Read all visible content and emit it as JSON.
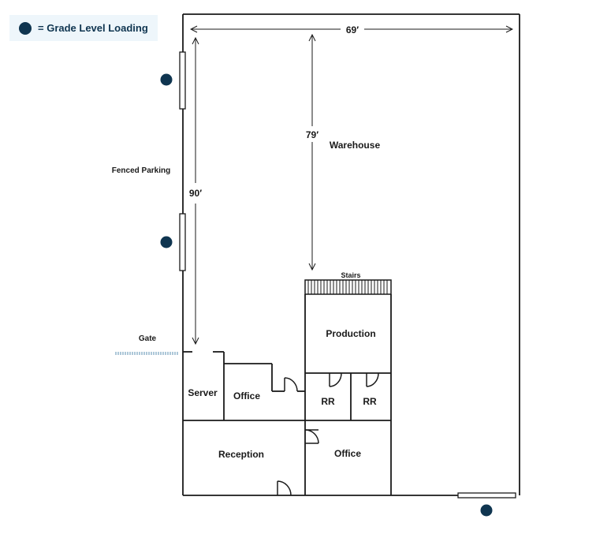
{
  "legend": {
    "symbol": "grade-level-loading-dot",
    "label": "= Grade Level Loading",
    "color": "#0f3550"
  },
  "dimensions": {
    "width": "69′",
    "depth_total": "90′",
    "warehouse_depth": "79′"
  },
  "labels": {
    "fenced_parking": "Fenced Parking",
    "gate": "Gate",
    "warehouse": "Warehouse",
    "stairs": "Stairs"
  },
  "rooms": [
    {
      "name": "Production"
    },
    {
      "name": "Server"
    },
    {
      "name": "Office"
    },
    {
      "name": "RR"
    },
    {
      "name": "RR"
    },
    {
      "name": "Reception"
    },
    {
      "name": "Office"
    }
  ],
  "loading_doors": [
    {
      "position": "west-upper"
    },
    {
      "position": "west-lower"
    },
    {
      "position": "south-east"
    }
  ],
  "colors": {
    "wall": "#1a1a1a",
    "dot": "#0f3550",
    "gate": "#5b8fb0",
    "legend_bg": "#eef6fb"
  }
}
